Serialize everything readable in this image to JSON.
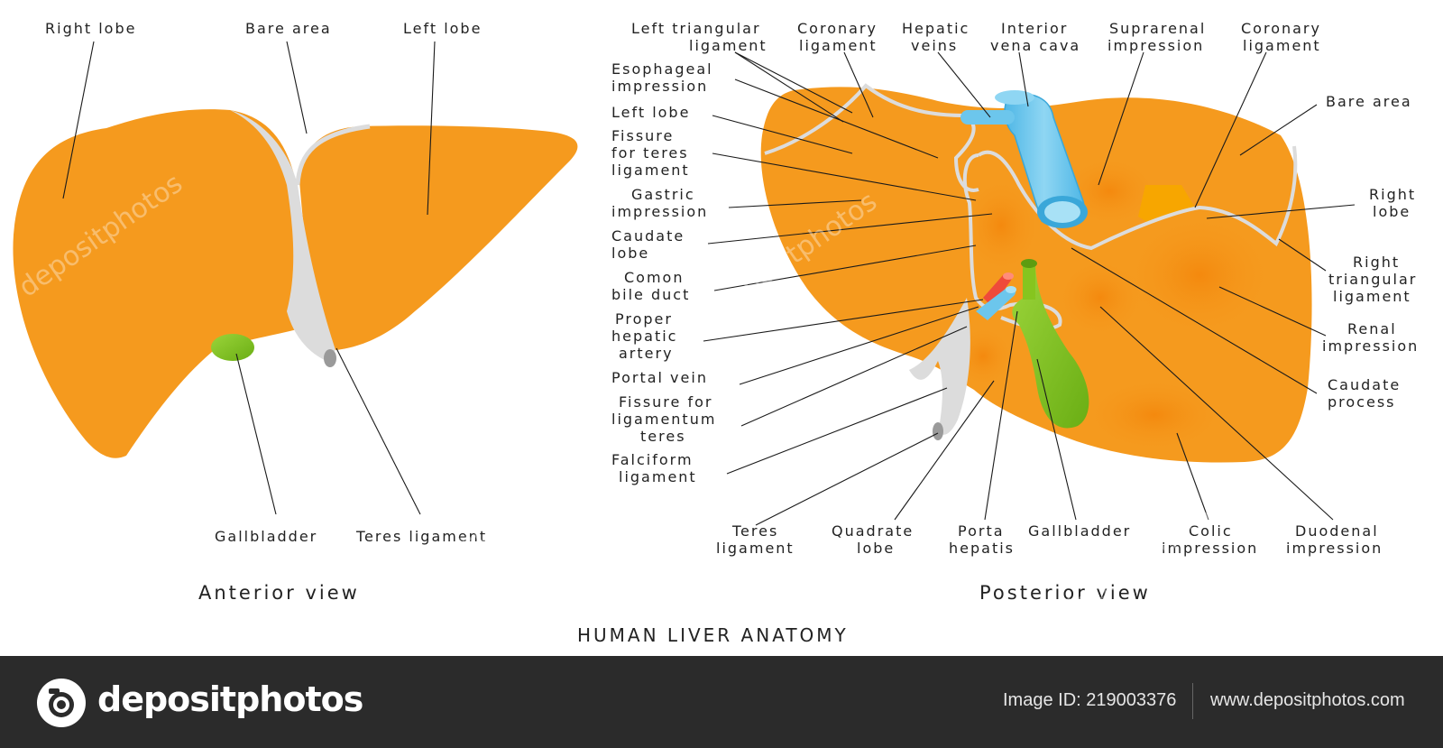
{
  "colors": {
    "liver": "#f59a1e",
    "ligament": "#d9d9d9",
    "ivc": "#6cc6ec",
    "gallbladder": "#86c51f",
    "artery": "#ef4a3a",
    "footer_bg": "#2b2b2b"
  },
  "title": "HUMAN LIVER ANATOMY",
  "anterior": {
    "view_label": "Anterior view",
    "labels": {
      "right_lobe": "Right lobe",
      "bare_area": "Bare area",
      "left_lobe": "Left lobe",
      "gallbladder": "Gallbladder",
      "teres_ligament": "Teres ligament"
    }
  },
  "posterior": {
    "view_label": "Posterior view",
    "labels": {
      "left_triangular_1": "Left triangular",
      "left_triangular_2": "ligament",
      "coronary_1": "Coronary",
      "coronary_2": "ligament",
      "hepatic_veins_1": "Hepatic",
      "hepatic_veins_2": "veins",
      "ivc_1": "Interior",
      "ivc_2": "vena cava",
      "suprarenal_1": "Suprarenal",
      "suprarenal_2": "impression",
      "coronary_r_1": "Coronary",
      "coronary_r_2": "ligament",
      "esophageal_1": "Esophageal",
      "esophageal_2": "impression",
      "left_lobe": "Left lobe",
      "fissure_teres_1": "Fissure",
      "fissure_teres_2": "for teres",
      "fissure_teres_3": "ligament",
      "gastric_1": "Gastric",
      "gastric_2": "impression",
      "caudate_lobe_1": "Caudate",
      "caudate_lobe_2": "lobe",
      "common_bile_1": "Comon",
      "common_bile_2": "bile duct",
      "proper_hepatic_1": "Proper",
      "proper_hepatic_2": "hepatic",
      "proper_hepatic_3": "artery",
      "portal_vein": "Portal vein",
      "fissure_lig_1": "Fissure for",
      "fissure_lig_2": "ligamentum",
      "fissure_lig_3": "teres",
      "falciform_1": "Falciform",
      "falciform_2": "ligament",
      "bare_area": "Bare area",
      "right_lobe_1": "Right",
      "right_lobe_2": "lobe",
      "right_tri_1": "Right",
      "right_tri_2": "triangular",
      "right_tri_3": "ligament",
      "renal_1": "Renal",
      "renal_2": "impression",
      "caudate_proc_1": "Caudate",
      "caudate_proc_2": "process",
      "teres_1": "Teres",
      "teres_2": "ligament",
      "quadrate_1": "Quadrate",
      "quadrate_2": "lobe",
      "porta_1": "Porta",
      "porta_2": "hepatis",
      "gallbladder": "Gallbladder",
      "colic_1": "Colic",
      "colic_2": "impression",
      "duodenal_1": "Duodenal",
      "duodenal_2": "impression"
    }
  },
  "watermark": "depositphotos",
  "footer": {
    "brand": "depositphotos",
    "image_id": "Image ID: 219003376",
    "url": "www.depositphotos.com"
  }
}
